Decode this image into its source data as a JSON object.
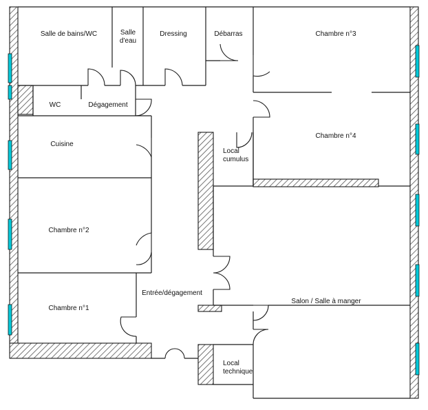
{
  "rooms": {
    "salle_de_bains": "Salle de bains/WC",
    "salle_eau_line1": "Salle",
    "salle_eau_line2": "d'eau",
    "dressing": "Dressing",
    "debarras": "Débarras",
    "chambre3": "Chambre n°3",
    "wc": "WC",
    "degagement": "Dégagement",
    "chambre4": "Chambre n°4",
    "cuisine": "Cuisine",
    "local_cumulus_line1": "Local",
    "local_cumulus_line2": "cumulus",
    "chambre2": "Chambre n°2",
    "entree": "Entrée/dégagement",
    "salon": "Salon / Salle à manger",
    "chambre1": "Chambre n°1",
    "local_technique_line1": "Local",
    "local_technique_line2": "technique"
  },
  "colors": {
    "wall": "#1a1a1a",
    "window": "#00c8d8",
    "hatch": "#555555"
  }
}
